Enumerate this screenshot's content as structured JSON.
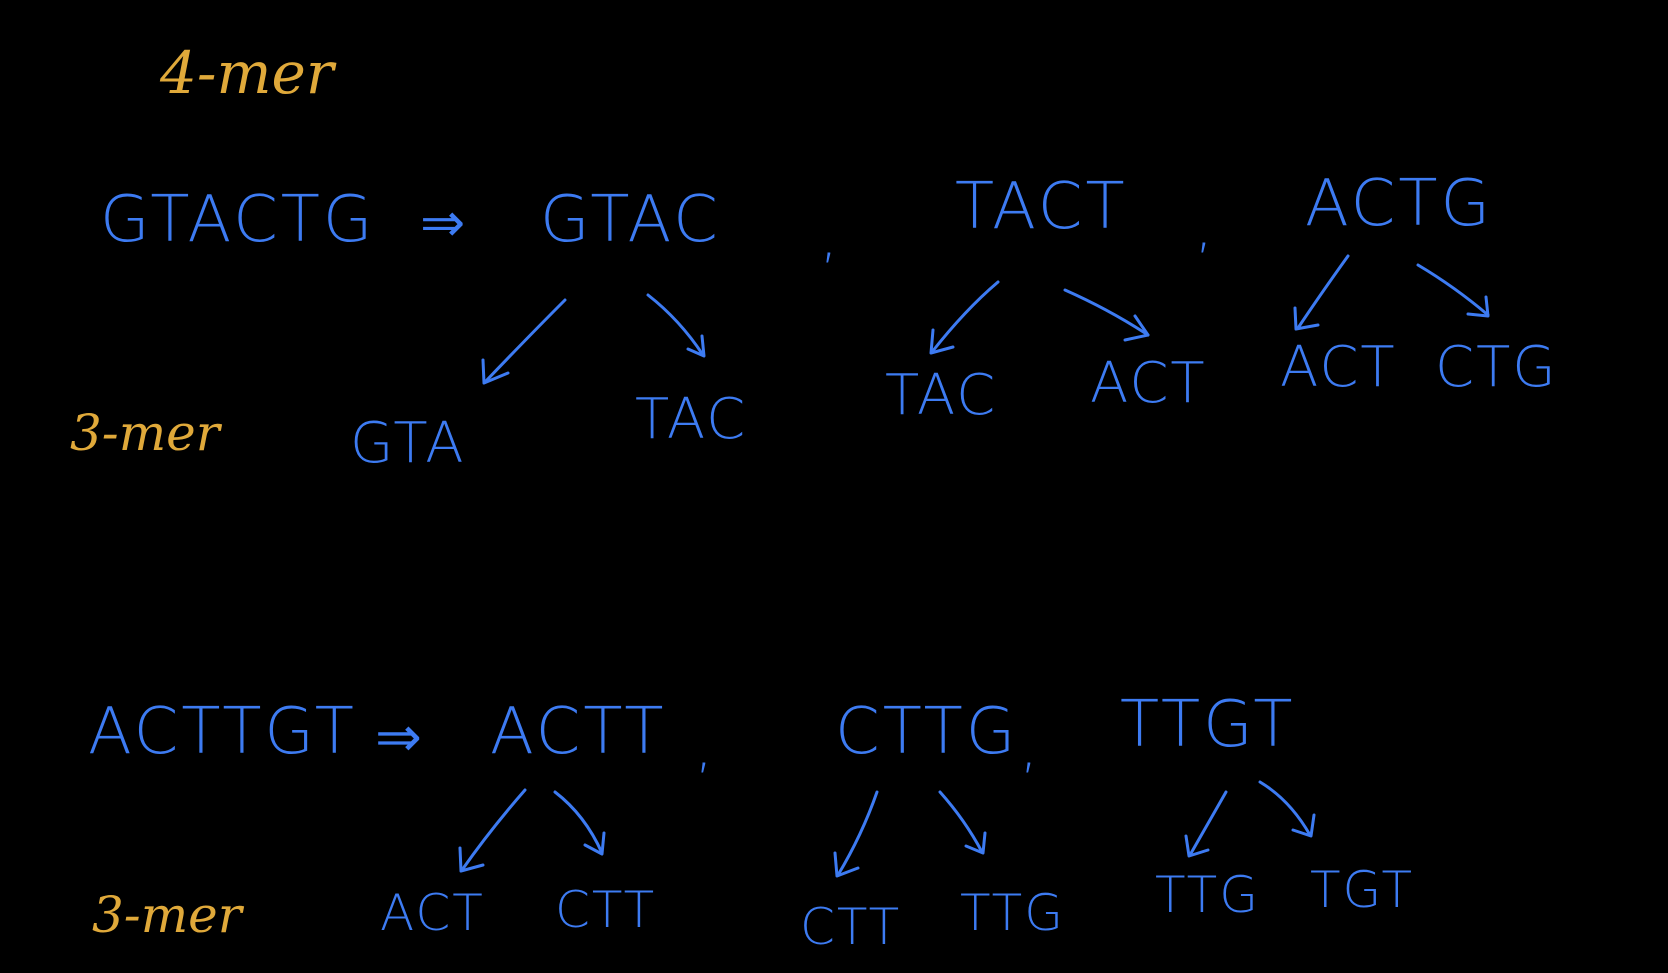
{
  "colors": {
    "background": "#000000",
    "sequence_ink": "#3d7bf2",
    "label_ink": "#e0a93a"
  },
  "header_label": "4-mer",
  "example1": {
    "sequence": "GTACTG",
    "implies": "⇒",
    "comma": ",",
    "kmers4": [
      "GTAC",
      "TACT",
      "ACTG"
    ],
    "label3": "3-mer",
    "kmers3": [
      "GTA",
      "TAC",
      "TAC",
      "ACT",
      "ACT",
      "CTG"
    ]
  },
  "example2": {
    "sequence": "ACTTGT",
    "implies": "⇒",
    "comma": ",",
    "kmers4": [
      "ACTT",
      "CTTG",
      "TTGT"
    ],
    "label3": "3-mer",
    "kmers3": [
      "ACT",
      "CTT",
      "CTT",
      "TTG",
      "TTG",
      "TGT"
    ]
  }
}
